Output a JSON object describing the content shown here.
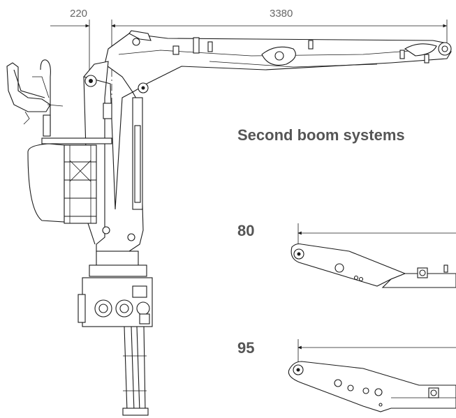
{
  "dimensions": {
    "left_offset": "220",
    "main_length": "3380"
  },
  "section_heading": "Second boom systems",
  "models": [
    {
      "label": "80"
    },
    {
      "label": "95"
    }
  ],
  "colors": {
    "line": "#1a1a1a",
    "text": "#555555",
    "background": "#ffffff"
  }
}
